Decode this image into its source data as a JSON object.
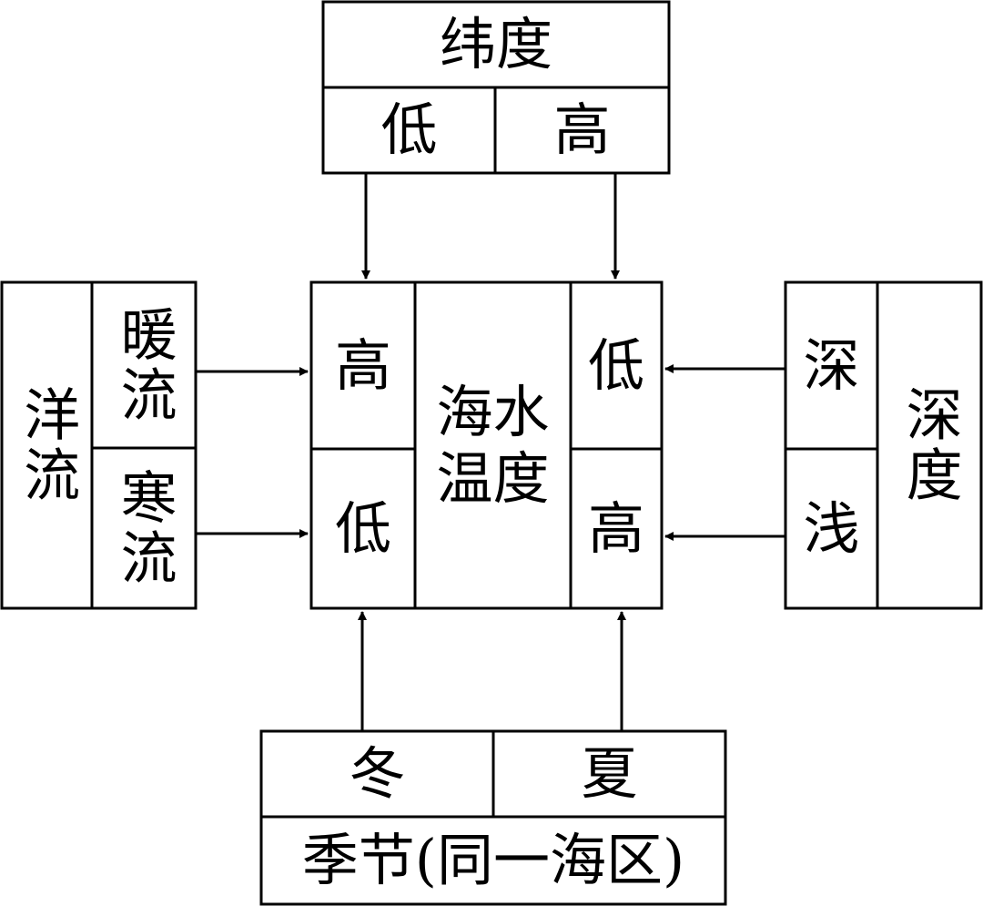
{
  "latitude": {
    "title": "纬度",
    "low": "低",
    "high": "高"
  },
  "current": {
    "title": "洋流",
    "warm": "暖流",
    "cold": "寒流"
  },
  "center": {
    "high_left": "高",
    "low_left": "低",
    "title": "海水温度",
    "low_right": "低",
    "high_right": "高"
  },
  "depth": {
    "title": "深度",
    "deep": "深",
    "shallow": "浅"
  },
  "season": {
    "winter": "冬",
    "summer": "夏",
    "title": "季节(同一海区)"
  }
}
